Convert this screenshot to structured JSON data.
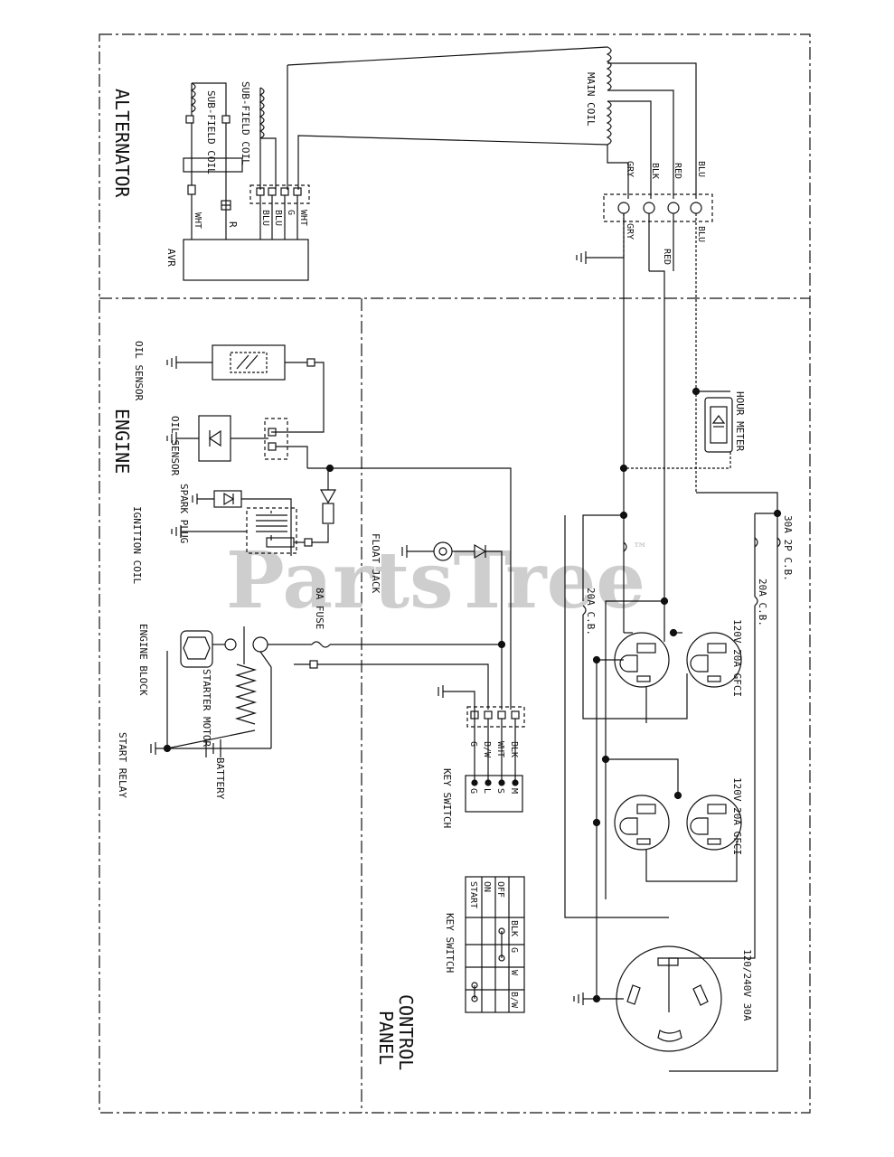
{
  "sections": {
    "alternator": "ALTERNATOR",
    "engine": "ENGINE",
    "control_panel_1": "CONTROL",
    "control_panel_2": "PANEL"
  },
  "alternator": {
    "main_coil": "MAIN COIL",
    "sub_field_coil_left": "SUB-FIELD COIL",
    "sub_field_coil_right": "SUB-FIELD COIL",
    "avr": "AVR",
    "avr_pins": [
      "WHT",
      "G",
      "BLU",
      "BLU"
    ],
    "avr_pin_r": "R",
    "avr_pin_wht": "WHT",
    "wire_labels_top": [
      "GRY",
      "BLK",
      "RED",
      "BLU"
    ],
    "wire_labels_bottom": [
      "GRY",
      "RED",
      "BLU"
    ]
  },
  "engine": {
    "oil_sensor_1": "OIL SENSOR",
    "oil_sensor_2": "OIL SENSOR",
    "spark_plug": "SPARK PLUG",
    "ignition_coil": "IGNITION COIL",
    "engine_block": "ENGINE BLOCK",
    "starter_motor": "STARTER MOTOR",
    "start_relay": "START RELAY",
    "battery": "BATTERY",
    "fuse": "8A FUSE"
  },
  "control": {
    "float_jack": "FLOAT JACK",
    "hour_meter": "HOUR METER",
    "cb_30a": "30A 2P C.B.",
    "cb_20a_right": "20A C.B.",
    "cb_20a_left": "20A C.B.",
    "gfci_1": "120V 20A GFCI",
    "gfci_2": "120V 20A GFCI",
    "outlet_240": "120/240V 30A",
    "key_switch": "KEY SWITCH",
    "key_switch_wires": [
      "BLK",
      "WHT",
      "B/W",
      "G"
    ],
    "key_switch_pins": [
      "M",
      "S",
      "L",
      "G"
    ]
  },
  "key_switch_table": {
    "title": "KEY SWITCH",
    "headers": [
      "BLK",
      "G",
      "W",
      "B/W"
    ],
    "rows": [
      "OFF",
      "ON",
      "START"
    ]
  },
  "watermark": "PartsTree",
  "watermark_tm": "™"
}
